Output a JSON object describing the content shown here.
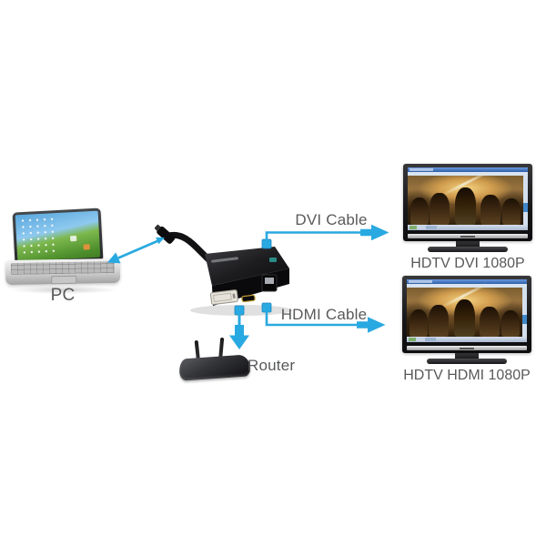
{
  "diagram": {
    "colors": {
      "background": "#ffffff",
      "connector_blue": "#29A9E1",
      "label_gray": "#58595B"
    },
    "nodes": {
      "pc": {
        "label": "PC"
      },
      "router": {
        "label": "Router"
      },
      "tv_dvi": {
        "label": "HDTV DVI 1080P"
      },
      "tv_hdmi": {
        "label": "HDTV HDMI 1080P"
      }
    },
    "connections": {
      "dvi": {
        "label": "DVI Cable"
      },
      "hdmi": {
        "label": "HDMI Cable"
      }
    }
  }
}
